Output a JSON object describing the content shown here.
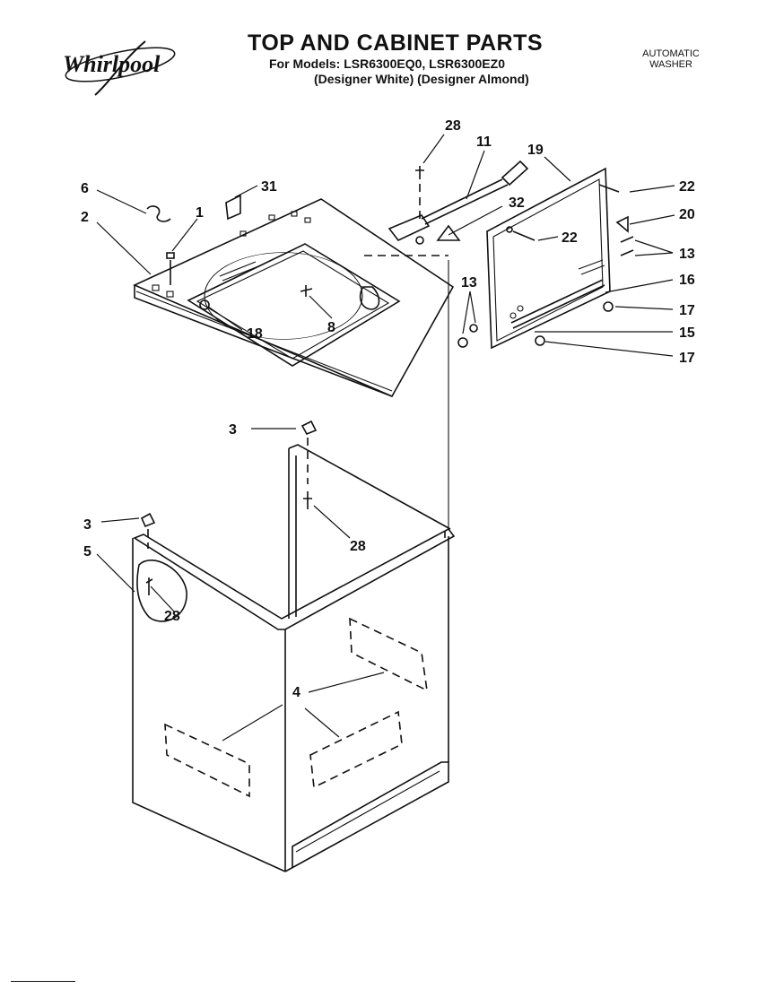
{
  "header": {
    "brand": "Whirlpool",
    "title": "TOP AND CABINET PARTS",
    "models": "For Models: LSR6300EQ0, LSR6300EZ0",
    "variants": "(Designer White) (Designer Almond)",
    "product": "AUTOMATIC WASHER"
  },
  "callouts": {
    "c28a": "28",
    "c11": "11",
    "c19": "19",
    "c6": "6",
    "c31": "31",
    "c1": "1",
    "c2": "2",
    "c32": "32",
    "c22a": "22",
    "c22b": "22",
    "c20": "20",
    "c13a": "13",
    "c13b": "13",
    "c16": "16",
    "c17a": "17",
    "c15": "15",
    "c17b": "17",
    "c8": "8",
    "c18": "18",
    "c3a": "3",
    "c28b": "28",
    "c3b": "3",
    "c5": "5",
    "c28c": "28",
    "c4": "4"
  }
}
